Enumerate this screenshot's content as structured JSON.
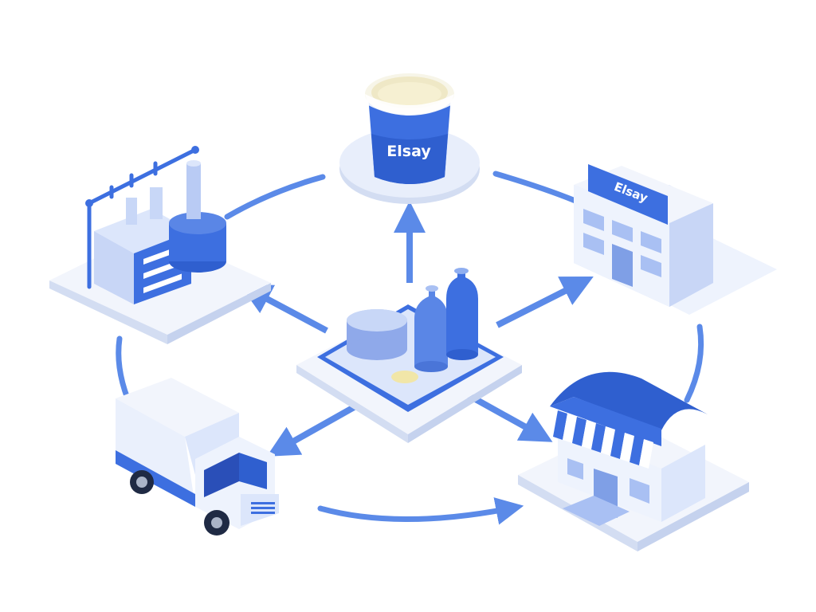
{
  "brand": {
    "cup_label": "Elsay",
    "store_sign": "Elsay"
  },
  "nodes": [
    {
      "id": "hub",
      "kind": "product-platform",
      "icon": "dairy-products-icon"
    },
    {
      "id": "cup",
      "kind": "yogurt-cup",
      "icon": "yogurt-cup-icon"
    },
    {
      "id": "factory",
      "kind": "processing-plant",
      "icon": "factory-icon"
    },
    {
      "id": "office",
      "kind": "retail-building",
      "icon": "building-icon"
    },
    {
      "id": "truck",
      "kind": "delivery-truck",
      "icon": "truck-icon"
    },
    {
      "id": "shop",
      "kind": "storefront",
      "icon": "shop-icon"
    }
  ],
  "flows": [
    {
      "from": "hub",
      "to": "cup"
    },
    {
      "from": "hub",
      "to": "factory"
    },
    {
      "from": "hub",
      "to": "office"
    },
    {
      "from": "hub",
      "to": "truck"
    },
    {
      "from": "hub",
      "to": "shop"
    },
    {
      "from": "truck",
      "to": "shop"
    }
  ],
  "colors": {
    "primary": "#3d6fe0",
    "dark": "#2a4fb8",
    "light": "#dce6fb",
    "pale": "#eef3fd",
    "cream": "#f7f5e8",
    "arrow": "#5b8ae8"
  }
}
